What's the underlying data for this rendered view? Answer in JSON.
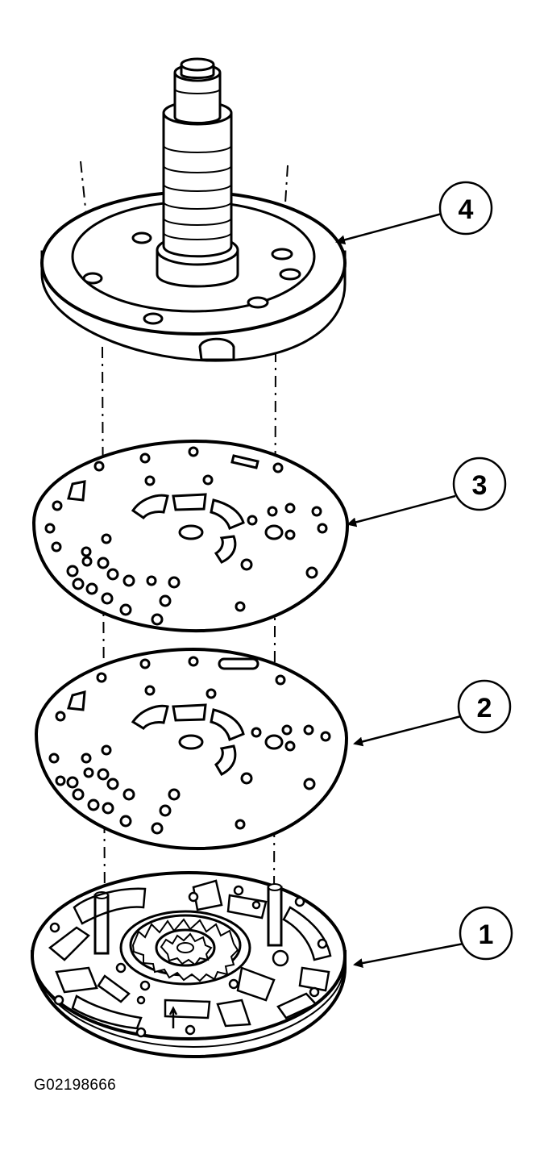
{
  "figure_id": "G02198666",
  "callouts": [
    {
      "id": "4",
      "label": "4"
    },
    {
      "id": "3",
      "label": "3"
    },
    {
      "id": "2",
      "label": "2"
    },
    {
      "id": "1",
      "label": "1"
    }
  ],
  "colors": {
    "ink": "#000000",
    "paper": "#ffffff"
  }
}
